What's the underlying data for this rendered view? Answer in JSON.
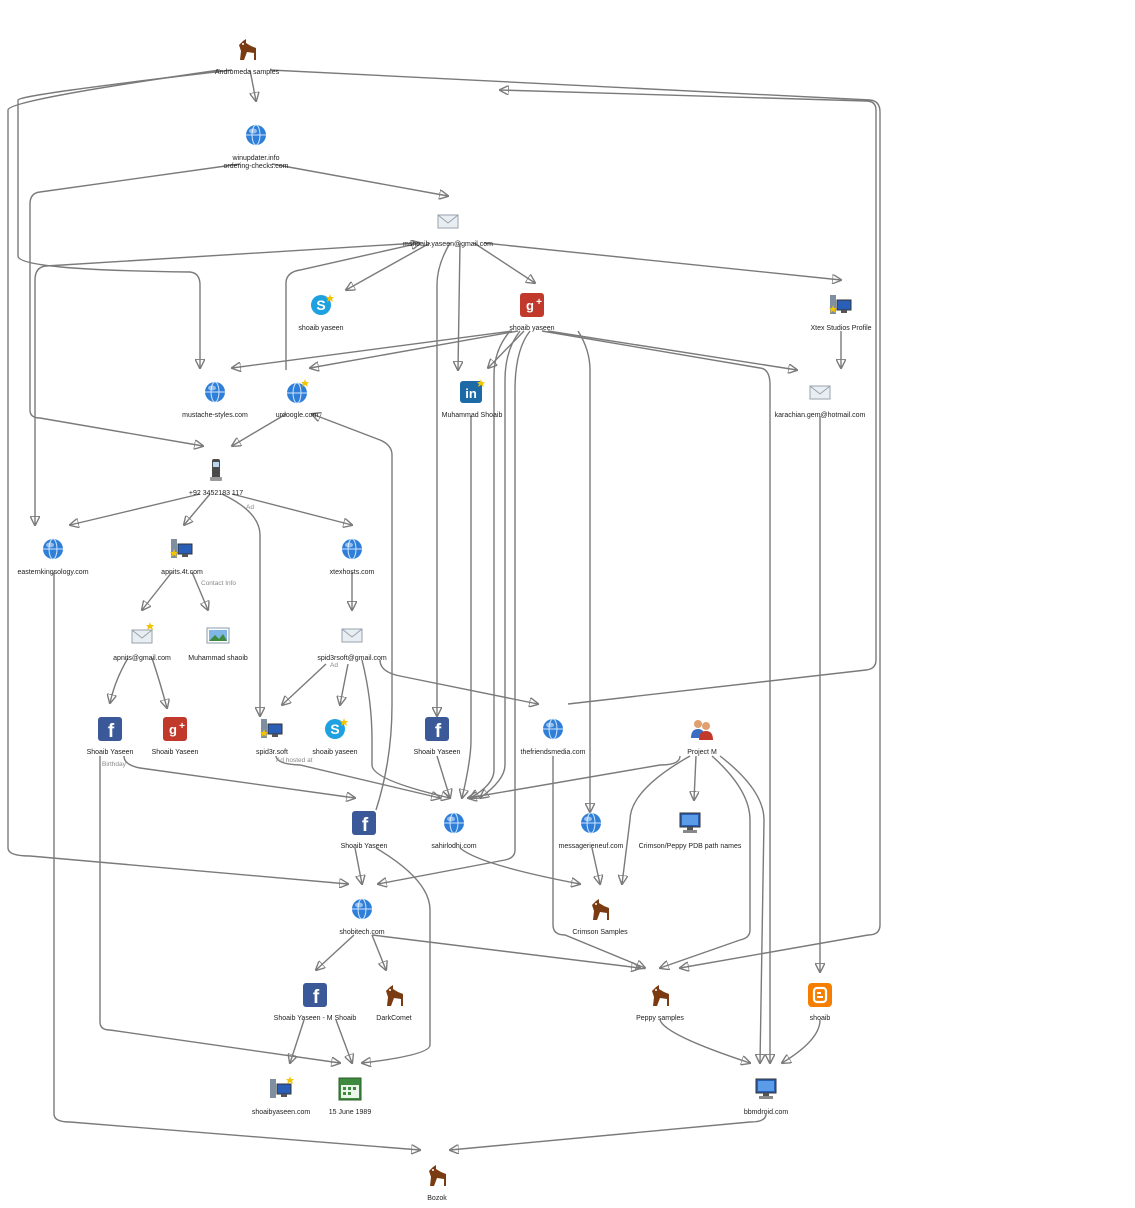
{
  "nodes": {
    "andromeda": {
      "label": "Andromeda samples",
      "icon": "horse-icon"
    },
    "winupdater": {
      "label": "winupdater.info\nordering-checks.com",
      "icon": "globe-icon"
    },
    "email_mshoaib": {
      "label": "mshoaib.yaseen@gmail.com",
      "icon": "envelope-icon"
    },
    "skype_shoaib": {
      "label": "shoaib yaseen",
      "icon": "skype-icon"
    },
    "gplus_shoaib": {
      "label": "shoaib yaseen",
      "icon": "google-plus-icon"
    },
    "xtex_profile": {
      "label": "Xtex Studios Profile",
      "icon": "website-computer-icon"
    },
    "mustache": {
      "label": "mustache-styles.com",
      "icon": "globe-icon"
    },
    "urdoogle": {
      "label": "urdoogle.com",
      "icon": "globe-star-icon"
    },
    "linkedin": {
      "label": "Muhammad Shoaib",
      "icon": "linkedin-icon"
    },
    "karachian": {
      "label": "karachian.gem@hotmail.com",
      "icon": "envelope-icon"
    },
    "phone": {
      "label": "+92  3452183 117",
      "icon": "phone-icon"
    },
    "easternking": {
      "label": "easternkingsology.com",
      "icon": "globe-icon"
    },
    "apnits4t": {
      "label": "apnits.4t.com",
      "icon": "website-computer-icon"
    },
    "xtexhosts": {
      "label": "xtexhosts.com",
      "icon": "globe-icon"
    },
    "apnits_gmail": {
      "label": "apnits@gmail.com",
      "icon": "envelope-star-icon"
    },
    "muhammad_photo": {
      "label": "Muhammad shaoib",
      "icon": "photo-icon"
    },
    "spid3rsoft_gmail": {
      "label": "spid3rsoft@gmail.com",
      "icon": "envelope-icon"
    },
    "fb_shoaib1": {
      "label": "Shoaib Yaseen",
      "icon": "facebook-icon"
    },
    "gplus_shoaib2": {
      "label": "Shoaib Yaseen",
      "icon": "google-plus-icon"
    },
    "spid3r_soft": {
      "label": "spid3r.soft",
      "icon": "website-computer-icon"
    },
    "skype_shoaib2": {
      "label": "shoaib yaseen",
      "icon": "skype-icon"
    },
    "fb_shoaib2": {
      "label": "Shoaib Yaseen",
      "icon": "facebook-icon"
    },
    "thefriends": {
      "label": "thefriendsmedia.com",
      "icon": "globe-icon"
    },
    "project_m": {
      "label": "Project M",
      "icon": "people-icon"
    },
    "fb_shoaib3": {
      "label": "Shoaib Yaseen",
      "icon": "facebook-icon"
    },
    "sahirlodhi": {
      "label": "sahirlodhi.com",
      "icon": "globe-icon"
    },
    "messagerie": {
      "label": "messagerieneuf.com",
      "icon": "globe-icon"
    },
    "crimson_pdb": {
      "label": "Crimson/Peppy PDB path names",
      "icon": "monitor-icon"
    },
    "shobitech": {
      "label": "shobitech.com",
      "icon": "globe-icon"
    },
    "crimson_samples": {
      "label": "Crimson Samples",
      "icon": "horse-icon"
    },
    "fb_shoaib_m": {
      "label": "Shoaib Yaseen - M Shoaib",
      "icon": "facebook-icon"
    },
    "darkcomet": {
      "label": "DarkComet",
      "icon": "horse-icon"
    },
    "peppy": {
      "label": "Peppy samples",
      "icon": "horse-icon"
    },
    "blogger_shoaib": {
      "label": "shoaib",
      "icon": "blogger-icon"
    },
    "shoaibyaseen_com": {
      "label": "shoaibyaseen.com",
      "icon": "website-computer-icon"
    },
    "birthday": {
      "label": "15 June 1989",
      "icon": "calendar-icon"
    },
    "bbmdroid": {
      "label": "bbmdroid.com",
      "icon": "monitor-icon"
    },
    "bozok": {
      "label": "Bozok",
      "icon": "horse-icon"
    }
  },
  "edge_labels": {
    "phone_ad": "Ad",
    "contact_info": "Contact Info",
    "spid3r_ad": "Ad",
    "birthday": "Birthday",
    "ad_hosted_at": "Ad hosted at"
  },
  "colors": {
    "edge": "#7a7a7a",
    "label_text": "#222222",
    "edge_label_text": "#888888",
    "facebook": "#3b5998",
    "google_plus": "#c0392b",
    "skype": "#1ea1e0",
    "linkedin": "#1c6aa6",
    "blogger": "#f57d00",
    "horse": "#7a3b12",
    "globe": "#2f7fd8"
  }
}
